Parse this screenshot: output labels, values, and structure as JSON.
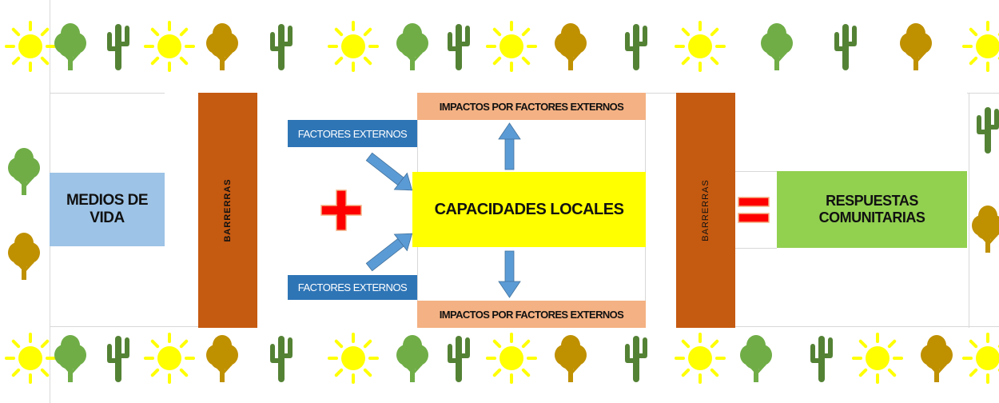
{
  "diagram": {
    "medios": "MEDIOS DE VIDA",
    "barrera_left": "BARRERRAS",
    "barrera_right": "BARRERRAS",
    "factor_top": "FACTORES EXTERNOS",
    "factor_bottom": "FACTORES EXTERNOS",
    "impacto_top": "IMPACTOS POR FACTORES EXTERNOS",
    "impacto_bottom": "IMPACTOS POR FACTORES EXTERNOS",
    "capacidades": "CAPACIDADES LOCALES",
    "respuestas": "RESPUESTAS COMUNITARIAS",
    "plus_symbol": "+",
    "equals_symbol": "="
  },
  "colors": {
    "medios": "#9dc3e6",
    "barrera": "#c55a11",
    "factor": "#2e75b6",
    "impacto": "#f4b183",
    "capacidades": "#ffff00",
    "respuestas": "#92d050",
    "plus": "#ff0000",
    "equals": "#ff0000",
    "arrow": "#5b9bd5",
    "sun": "#ffff00",
    "tree_green": "#70ad47",
    "tree_gold": "#bf9000",
    "cactus": "#548235"
  },
  "decorations": {
    "top_row": [
      "sun-icon",
      "green-tree-icon",
      "cactus-icon",
      "sun-icon",
      "gold-tree-icon",
      "cactus-icon",
      "sun-icon",
      "green-tree-icon",
      "cactus-icon",
      "sun-icon",
      "gold-tree-icon",
      "cactus-icon",
      "sun-icon",
      "green-tree-icon",
      "cactus-icon",
      "gold-tree-icon",
      "sun-icon"
    ],
    "bottom_row": [
      "sun-icon",
      "green-tree-icon",
      "cactus-icon",
      "sun-icon",
      "gold-tree-icon",
      "cactus-icon",
      "sun-icon",
      "green-tree-icon",
      "cactus-icon",
      "sun-icon",
      "gold-tree-icon",
      "cactus-icon",
      "sun-icon",
      "green-tree-icon",
      "cactus-icon",
      "sun-icon",
      "gold-tree-icon",
      "sun-icon"
    ],
    "left_side": [
      "green-tree-icon",
      "gold-tree-icon"
    ],
    "right_side": [
      "cactus-icon",
      "gold-tree-icon"
    ]
  }
}
